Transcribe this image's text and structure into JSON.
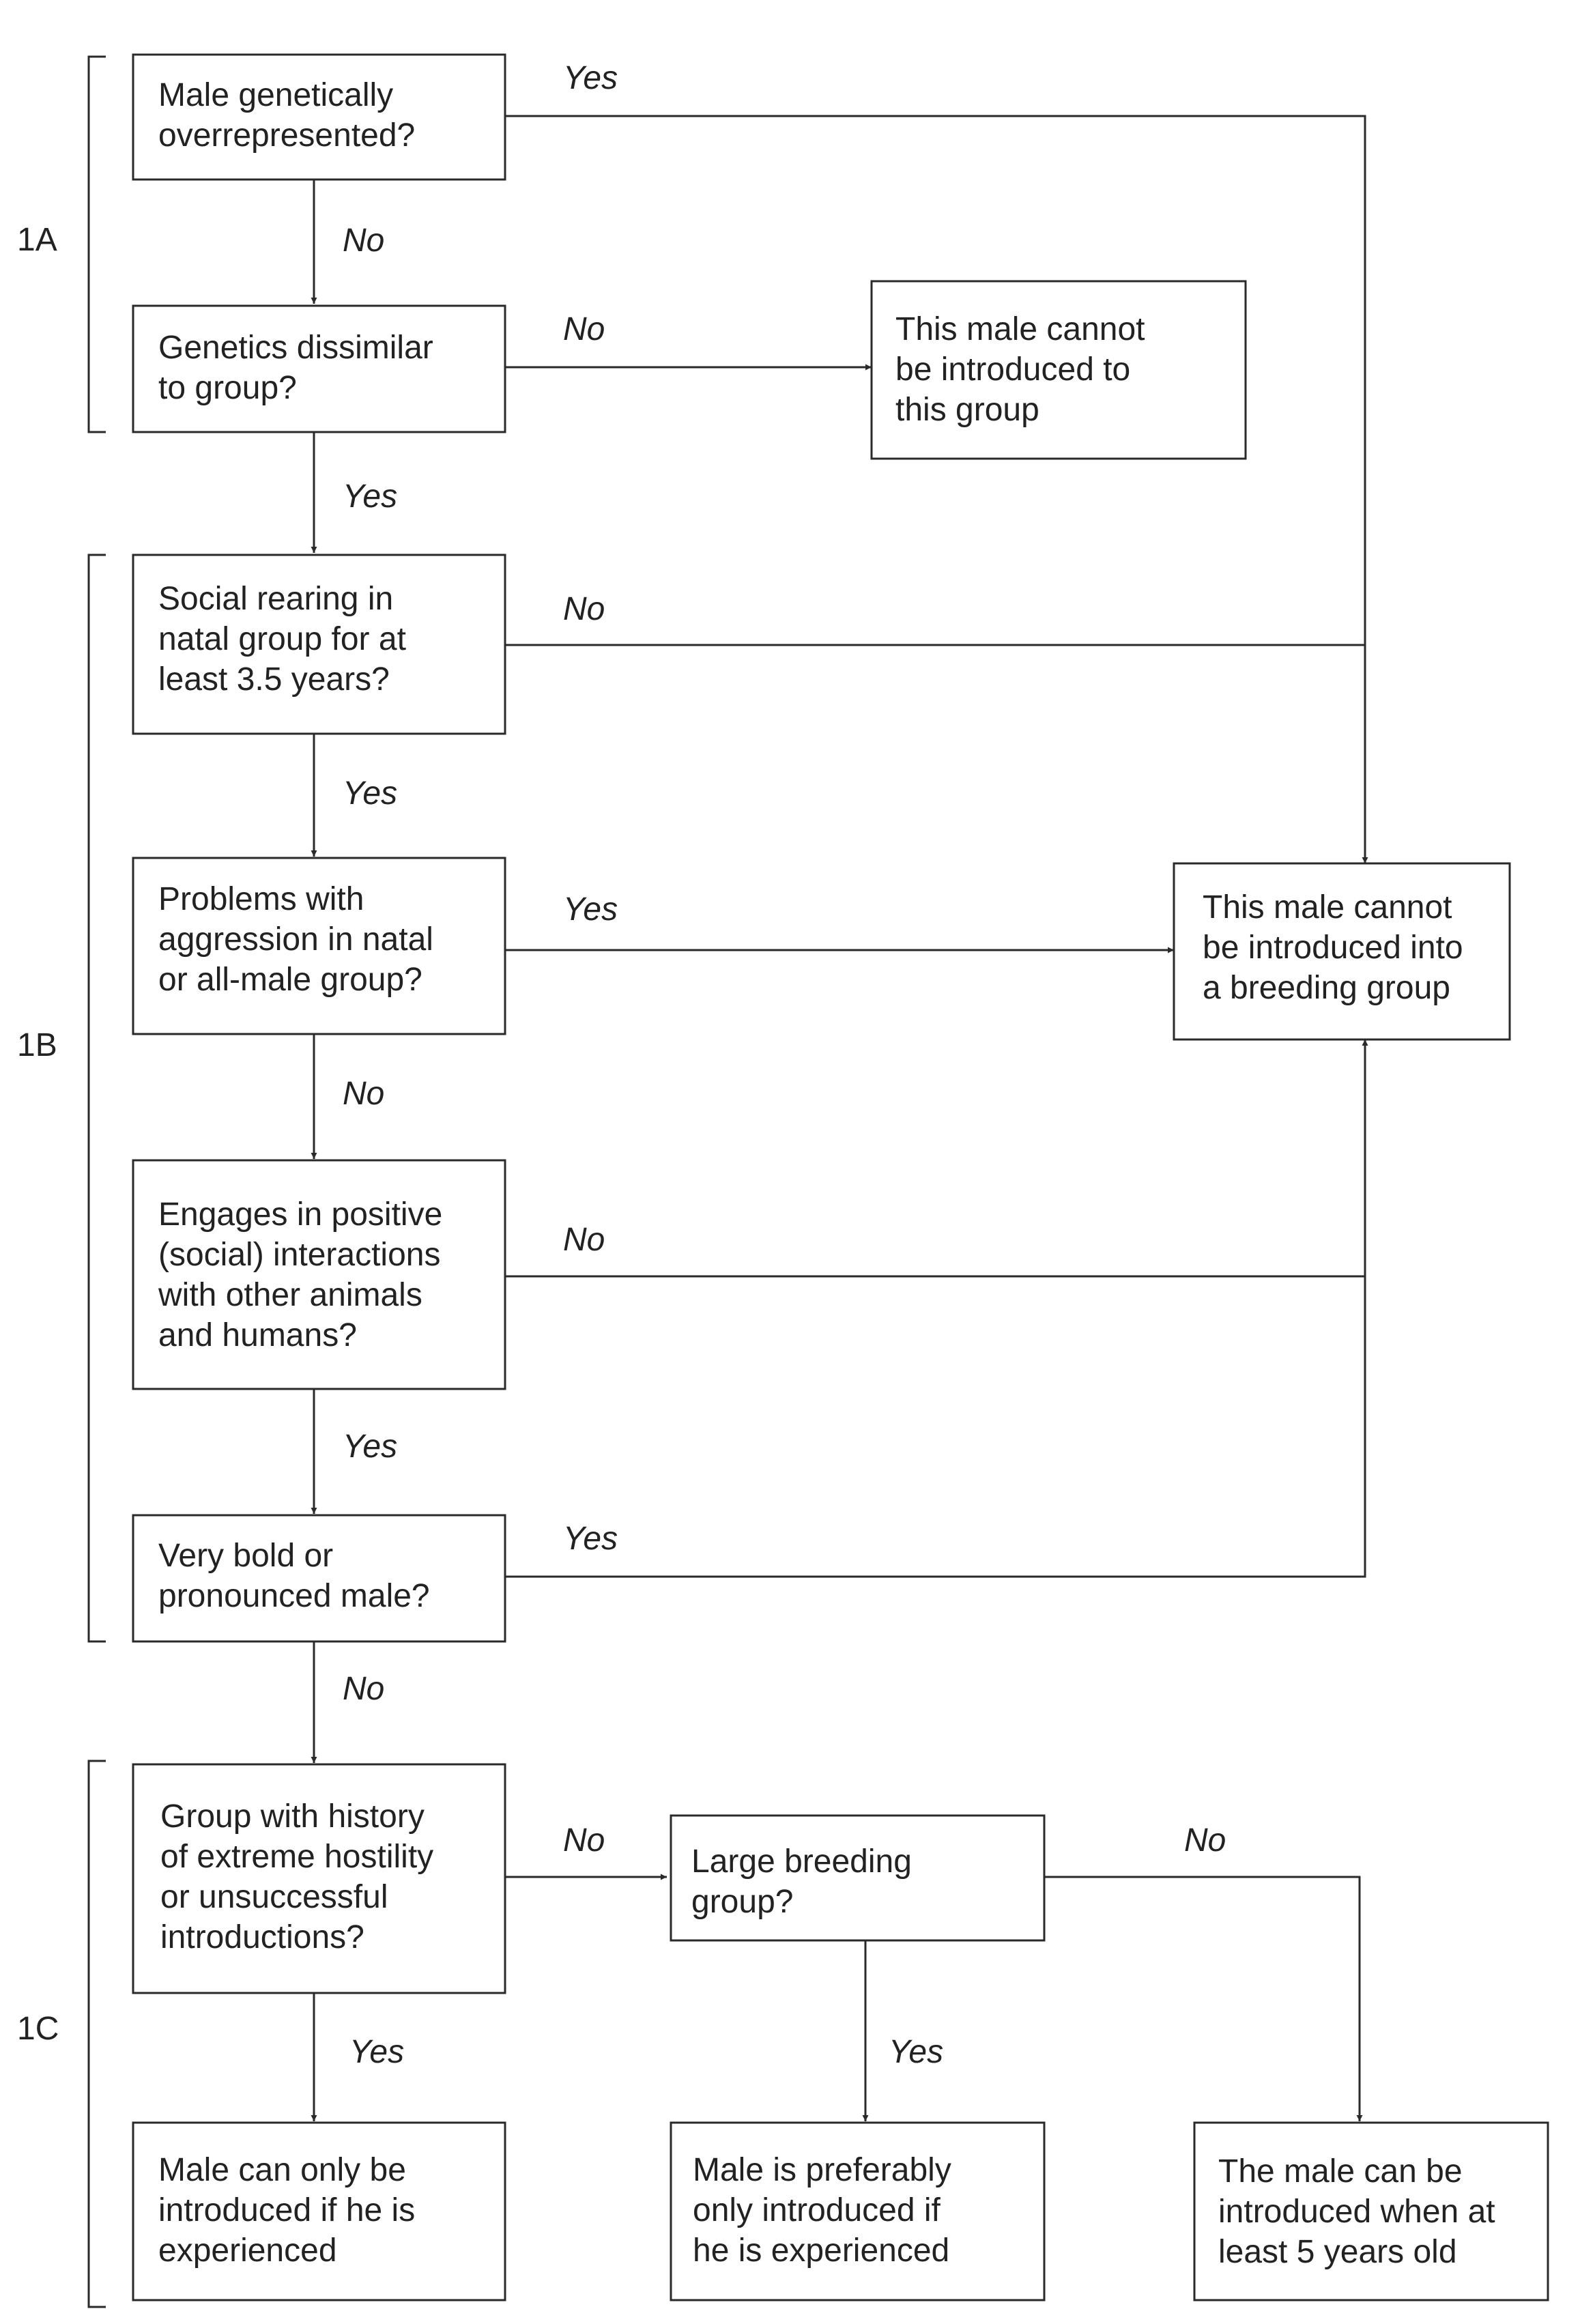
{
  "sections": {
    "s1a": "1A",
    "s1b": "1B",
    "s1c": "1C"
  },
  "boxes": {
    "q_overrepresented": [
      "Male genetically",
      "overrepresented?"
    ],
    "q_genetics_dissimilar": [
      "Genetics dissimilar",
      "to group?"
    ],
    "r_not_this_group": [
      "This male cannot",
      "be introduced to",
      "this group"
    ],
    "q_social_rearing": [
      "Social rearing in",
      "natal group for at",
      "least 3.5 years?"
    ],
    "r_not_breeding_group": [
      "This male cannot",
      "be introduced into",
      "a breeding group"
    ],
    "q_aggression": [
      "Problems with",
      "aggression in natal",
      "or all-male group?"
    ],
    "q_positive_interactions": [
      "Engages in positive",
      "(social) interactions",
      "with other animals",
      "and humans?"
    ],
    "q_bold": [
      "Very bold or",
      "pronounced male?"
    ],
    "q_hostility": [
      "Group with history",
      "of extreme hostility",
      "or unsuccessful",
      "introductions?"
    ],
    "q_large_group": [
      "Large breeding",
      "group?"
    ],
    "r_only_experienced": [
      "Male can only be",
      "introduced if he is",
      "experienced"
    ],
    "r_preferably_experienced": [
      "Male is preferably",
      "only introduced if",
      "he is experienced"
    ],
    "r_five_years": [
      "The male can be",
      "introduced when at",
      "least 5 years old"
    ]
  },
  "edge_labels": {
    "overrep_yes": "Yes",
    "overrep_no": "No",
    "dissimilar_no": "No",
    "dissimilar_yes": "Yes",
    "rearing_no": "No",
    "rearing_yes": "Yes",
    "aggression_yes": "Yes",
    "aggression_no": "No",
    "positive_no": "No",
    "positive_yes": "Yes",
    "bold_yes": "Yes",
    "bold_no": "No",
    "hostility_no": "No",
    "hostility_yes": "Yes",
    "large_yes": "Yes",
    "large_no": "No"
  },
  "colors": {
    "line": "#2a2a2a",
    "text": "#222222",
    "background": "#ffffff"
  }
}
